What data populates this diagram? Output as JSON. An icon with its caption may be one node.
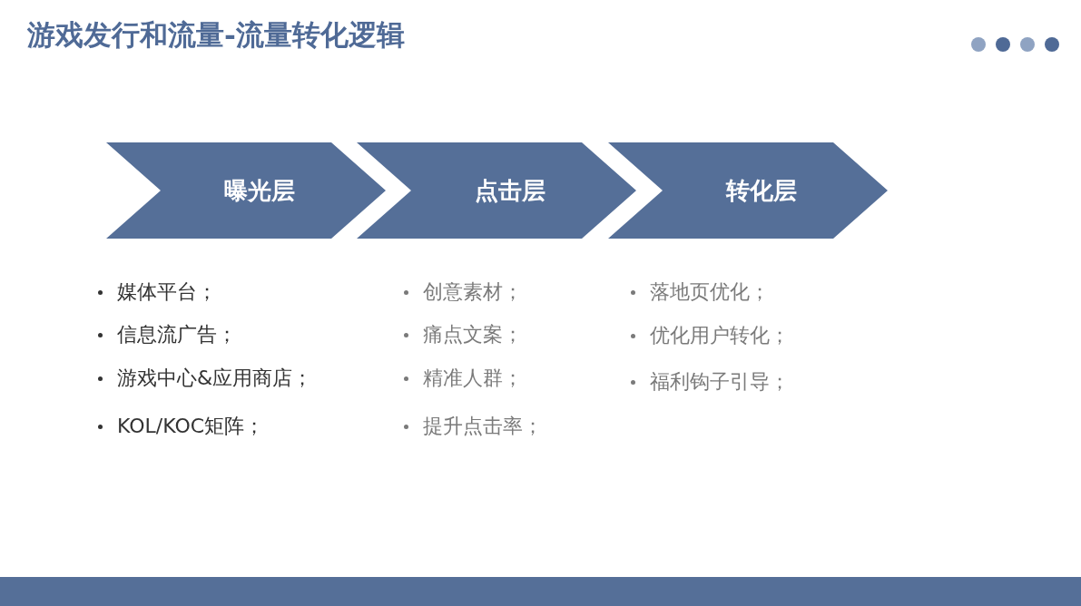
{
  "diagram": {
    "title": "游戏发行和流量-流量转化逻辑",
    "nodes": [
      {
        "text": [
          "曝光层"
        ],
        "beside": [
          "媒体平台；",
          "信息流广告；",
          "游戏中心&应用商店；",
          "KOL/KOC矩阵；"
        ]
      },
      {
        "text": [
          "点击层"
        ],
        "beside": [
          "创意素材；",
          "痛点文案；",
          "精准人群；",
          "提升点击率；"
        ]
      },
      {
        "text": [
          "转化层"
        ],
        "beside": [
          "落地页优化；",
          "优化用户转化；",
          "福利钩子引导；"
        ]
      }
    ]
  }
}
